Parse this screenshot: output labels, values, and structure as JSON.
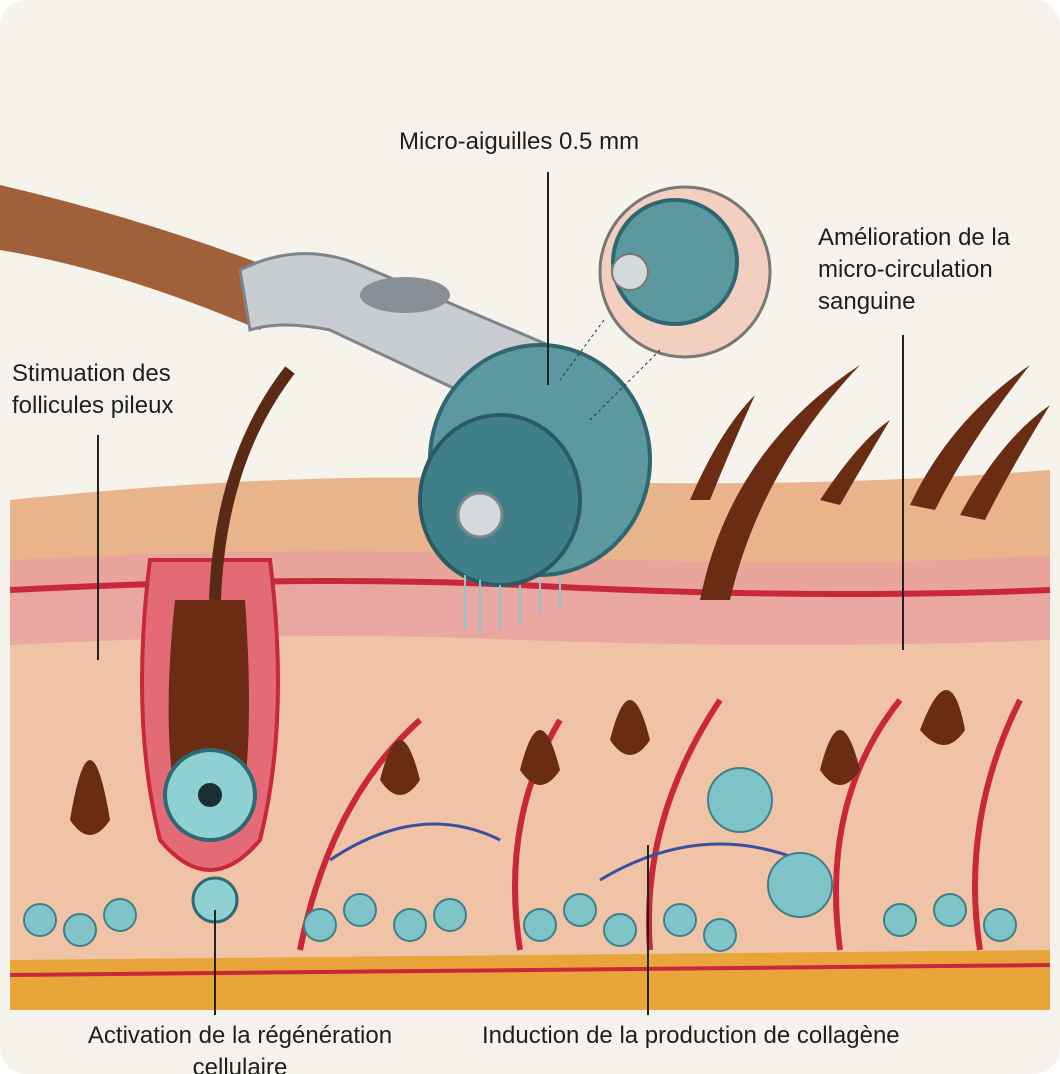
{
  "labels": {
    "needles": "Micro-aiguilles 0.5 mm",
    "microcirculation": "Amélioration de la\nmicro-circulation\nsanguine",
    "follicles": "Stimuation des\nfollicules pileux",
    "regeneration": "Activation de la régénération\ncellulaire",
    "collagen": "Induction de la production de collagène"
  },
  "colors": {
    "background": "#f6f3ec",
    "epidermis": "#e9b48c",
    "dermis": "#f1c3a6",
    "vessels": "#c8283a",
    "roller": "#3f7f8a",
    "hair": "#5a2a16",
    "fat": "#e8a53a"
  }
}
